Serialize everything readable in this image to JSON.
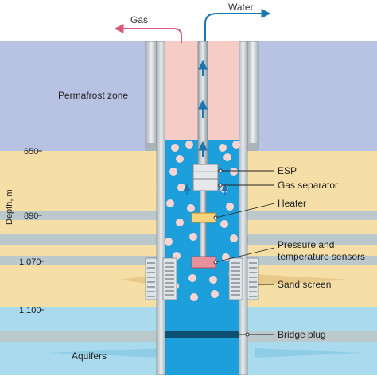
{
  "flows": {
    "gas": "Gas",
    "water": "Water"
  },
  "zones": {
    "permafrost": "Permafrost zone",
    "aquifers": "Aquifers"
  },
  "axis": {
    "label": "Depth, m",
    "ticks": [
      "650",
      "890",
      "1,070",
      "1,100"
    ]
  },
  "callouts": {
    "esp": "ESP",
    "gas_separator": "Gas separator",
    "heater": "Heater",
    "pressure_line1": "Pressure and",
    "pressure_line2": "temperature sensors",
    "sand_screen": "Sand screen",
    "bridge_plug": "Bridge plug"
  },
  "colors": {
    "permafrost": "#b8c3e3",
    "sand": "#f5dfa6",
    "shale": "#bcc9cc",
    "aquifer": "#a9daee",
    "annulus": "#f6cdc6",
    "water": "#1d9fdc",
    "gas_arrow": "#d85a7c",
    "water_arrow": "#1a76b0",
    "esp": "#e6e7e8",
    "heater": "#f6d47d",
    "sensor": "#e8909c",
    "bridge_plug": "#0e4f74"
  }
}
